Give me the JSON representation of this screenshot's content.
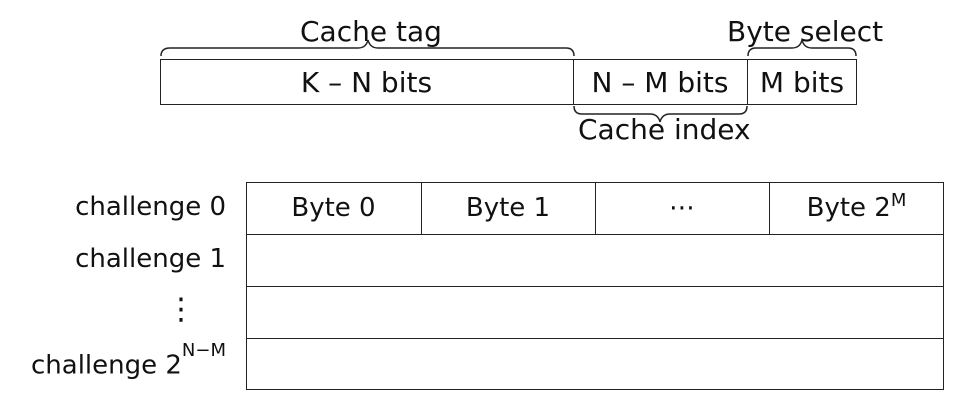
{
  "top": {
    "cache_tag_label": "Cache tag",
    "byte_select_label": "Byte select",
    "cache_index_label": "Cache index",
    "fields": [
      {
        "label": "K – N bits"
      },
      {
        "label": "N – M bits"
      },
      {
        "label": "M bits"
      }
    ]
  },
  "table": {
    "header_cells": [
      {
        "label": "Byte 0"
      },
      {
        "label": "Byte 1"
      },
      {
        "label": "⋯"
      },
      {
        "label": "Byte 2",
        "sup": "M"
      }
    ],
    "rows": [
      {
        "label": "challenge 0",
        "sup": ""
      },
      {
        "label": "challenge 1",
        "sup": ""
      },
      {
        "label": "⋮",
        "sup": ""
      },
      {
        "label": "challenge 2",
        "sup": "N−M"
      }
    ]
  },
  "colors": {
    "line": "#222222",
    "text": "#111111"
  }
}
